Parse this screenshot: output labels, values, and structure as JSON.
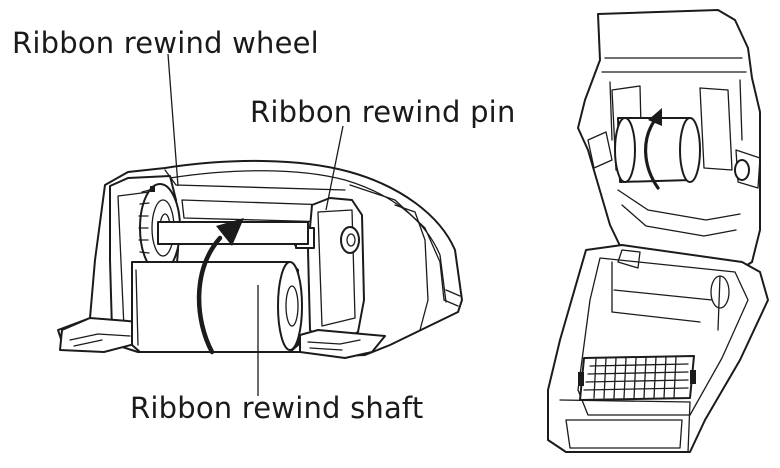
{
  "labels": {
    "rewind_wheel": "Ribbon rewind wheel",
    "rewind_pin": "Ribbon rewind pin",
    "rewind_shaft": "Ribbon rewind shaft"
  },
  "colors": {
    "line": "#1b1b1b",
    "background": "#ffffff"
  }
}
